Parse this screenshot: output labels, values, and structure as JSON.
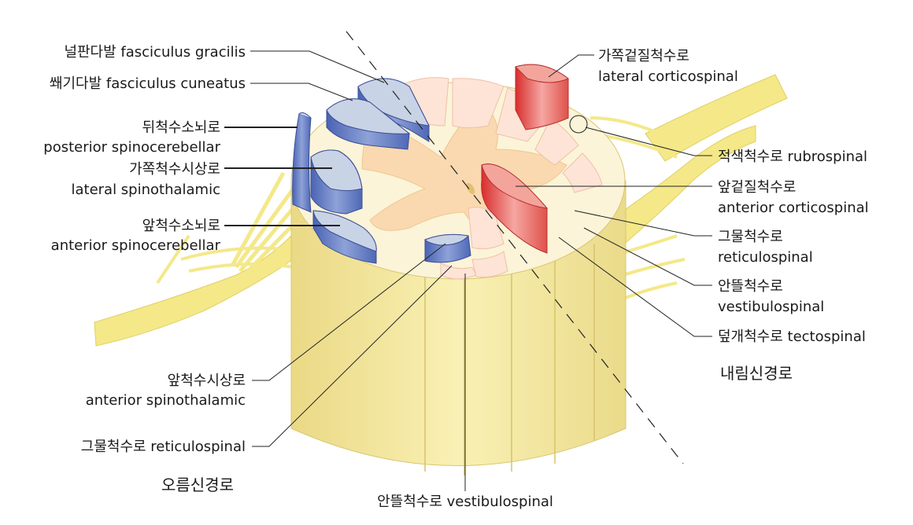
{
  "colors": {
    "white_matter": "#f7eea0",
    "white_matter_side": "#efe08a",
    "nerve": "#f4e889",
    "gray_matter": "#fad9b0",
    "top_surface": "#fbf4d8",
    "ascending_tract": "#6a84c8",
    "ascending_tract_top": "#c9d3e6",
    "descending_tract": "#e9554f",
    "descending_tract_top": "#f3a59c",
    "pale_pink": "#fbd8c8"
  },
  "headings": {
    "ascending": "오름신경로",
    "descending": "내림신경로"
  },
  "labels": {
    "fasciculus_gracilis": "널판다발 fasciculus gracilis",
    "fasciculus_cuneatus": "쐐기다발 fasciculus cuneatus",
    "posterior_spinocerebellar_ko": "뒤척수소뇌로",
    "posterior_spinocerebellar_en": "posterior spinocerebellar",
    "lateral_spinothalamic_ko": "가쪽척수시상로",
    "lateral_spinothalamic_en": "lateral spinothalamic",
    "anterior_spinocerebellar_ko": "앞척수소뇌로",
    "anterior_spinocerebellar_en": "anterior spinocerebellar",
    "anterior_spinothalamic_ko": "앞척수시상로",
    "anterior_spinothalamic_en": "anterior spinothalamic",
    "reticulospinal_left": "그물척수로 reticulospinal",
    "vestibulospinal_bottom": "안뜰척수로 vestibulospinal",
    "lateral_corticospinal_ko": "가쪽겉질척수로",
    "lateral_corticospinal_en": "lateral corticospinal",
    "rubrospinal": "적색척수로 rubrospinal",
    "anterior_corticospinal_ko": "앞겉질척수로",
    "anterior_corticospinal_en": "anterior corticospinal",
    "reticulospinal_right_ko": "그물척수로",
    "reticulospinal_right_en": "reticulospinal",
    "vestibulospinal_right_ko": "안뜰척수로",
    "vestibulospinal_right_en": "vestibulospinal",
    "tectospinal": "덮개척수로 tectospinal"
  }
}
